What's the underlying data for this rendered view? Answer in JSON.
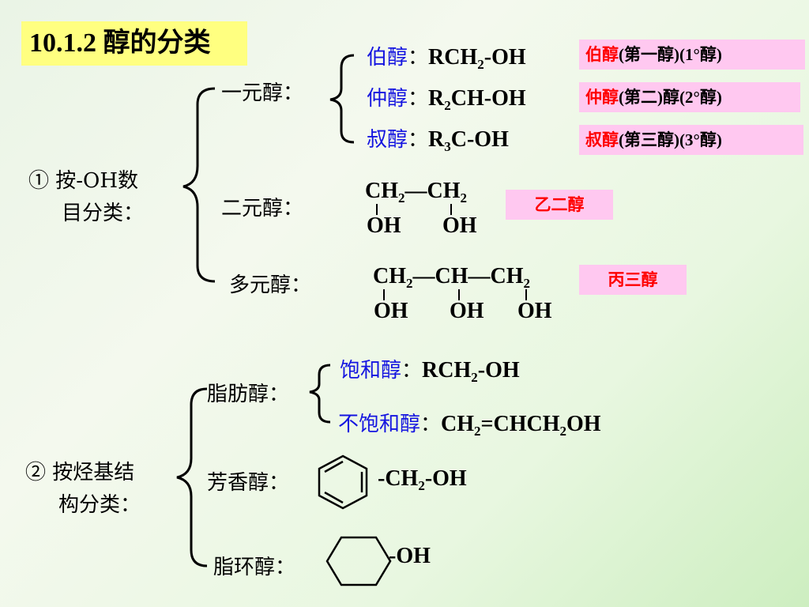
{
  "title": "10.1.2 醇的分类",
  "section1": {
    "label_line1": "① 按-OH数",
    "label_line2": "目分类：",
    "mono": {
      "label": "一元醇：",
      "primary": {
        "name": "伯醇",
        "sep": "：",
        "formula_a": "RCH",
        "sub": "2",
        "formula_b": "-OH",
        "tag_red": "伯醇",
        "tag_rest": "(第一醇)(1°醇)"
      },
      "secondary": {
        "name": "仲醇",
        "sep": "：",
        "formula_a": "R",
        "sub": "2",
        "formula_b": "CH-OH",
        "tag_red": "仲醇",
        "tag_rest": "(第二)醇(2°醇)"
      },
      "tertiary": {
        "name": "叔醇",
        "sep": "：",
        "formula_a": "R",
        "sub": "3",
        "formula_b": "C-OH",
        "tag_red": "叔醇",
        "tag_rest": "(第三醇)(3°醇)"
      }
    },
    "di": {
      "label": "二元醇：",
      "top_a": "CH",
      "sub_a": "2",
      "dash": "—",
      "top_b": "CH",
      "sub_b": "2",
      "oh1": "OH",
      "oh2": "OH",
      "tag": "乙二醇"
    },
    "poly": {
      "label": "多元醇：",
      "top_a": "CH",
      "sub_a": "2",
      "dash1": "—",
      "top_b": "CH",
      "dash2": "—",
      "top_c": "CH",
      "sub_c": "2",
      "oh1": "OH",
      "oh2": "OH",
      "oh3": "OH",
      "tag": "丙三醇"
    }
  },
  "section2": {
    "label_line1": "② 按烃基结",
    "label_line2": "构分类：",
    "aliphatic": {
      "label": "脂肪醇：",
      "saturated": {
        "name": "饱和醇",
        "sep": "：",
        "formula_a": "RCH",
        "sub": "2",
        "formula_b": "-OH"
      },
      "unsaturated": {
        "name": "不饱和醇",
        "sep": "：",
        "formula_a": "CH",
        "sub1": "2",
        "formula_b": "=CHCH",
        "sub2": "2",
        "formula_c": "OH"
      }
    },
    "aromatic": {
      "label": "芳香醇：",
      "formula_a": "-CH",
      "sub": "2",
      "formula_b": "-OH"
    },
    "alicyclic": {
      "label": "脂环醇：",
      "formula": "-OH"
    }
  },
  "colors": {
    "blue": "#1414e0",
    "red": "#ff0000",
    "title_bg": "#ffff80",
    "tag_bg": "#ffc8f0"
  }
}
